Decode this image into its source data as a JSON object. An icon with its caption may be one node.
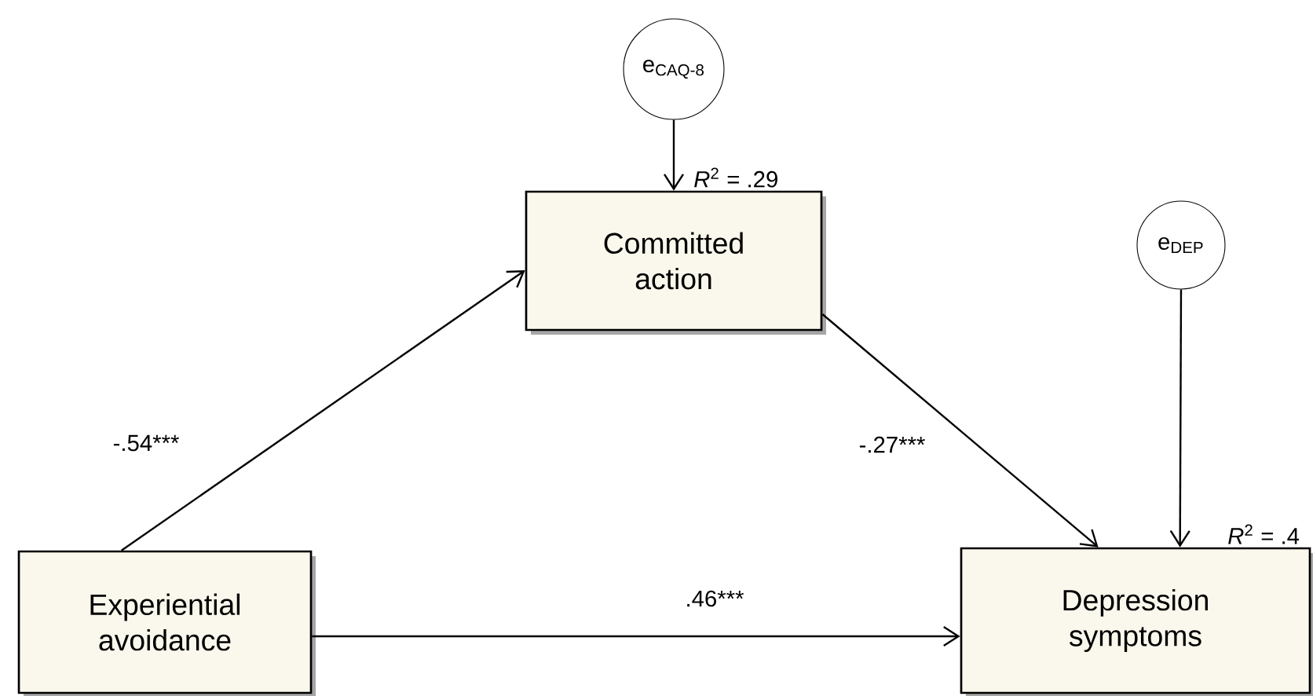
{
  "diagram": {
    "nodes": [
      {
        "text": [
          "Committed action"
        ],
        "beside": [
          "*R*$^{2}$ = .29"
        ]
      },
      {
        "text": [
          "e$_{CAQ-8}$"
        ]
      },
      {
        "text": [
          "Experiential avoidance"
        ]
      },
      {
        "text": [
          "e$_{DEP}$"
        ]
      },
      {
        "text": [
          "Depression symptoms"
        ],
        "beside": [
          "*R*$^{2}$ = .4"
        ]
      }
    ],
    "edges": [
      {
        "from": 2,
        "to": 0,
        "arrow": "to",
        "label": "-.54***"
      },
      {
        "from": 0,
        "to": 4,
        "arrow": "to",
        "label": "-.27***"
      },
      {
        "from": 2,
        "to": 4,
        "arrow": "to",
        "label": ".46***"
      },
      {
        "from": 1,
        "to": 0,
        "arrow": "to"
      },
      {
        "from": 3,
        "to": 4,
        "arrow": "to"
      }
    ]
  }
}
